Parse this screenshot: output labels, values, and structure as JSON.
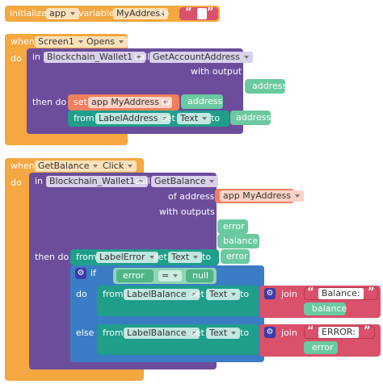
{
  "b1": {
    "initialize": "initialize",
    "scope": "app",
    "variable": "variable",
    "var_name": "MyAddress",
    "to": "to",
    "open_quote": "“",
    "close_quote": "”"
  },
  "b2": {
    "when": "when",
    "component": "Screen1",
    "event": "Opens",
    "do": "do",
    "in": "in",
    "wallet": "Blockchain_Wallet1",
    "call": "call",
    "method": "GetAccountAddress",
    "with_output": "with output",
    "address_param": "address",
    "then_do": "then do",
    "set": "set",
    "set_var": "app MyAddress",
    "set_to": "to",
    "set_value": "address",
    "from": "from",
    "label": "LabelAddress",
    "set2": "set",
    "prop": "Text",
    "to2": "to",
    "value2": "address"
  },
  "b3": {
    "when": "when",
    "component": "GetBalance",
    "event": "Click",
    "do": "do",
    "in": "in",
    "wallet": "Blockchain_Wallet1",
    "call": "call",
    "method": "GetBalance",
    "of_address": "of address",
    "get_var": "app MyAddress",
    "with_outputs": "with outputs",
    "out_error": "error",
    "out_balance": "balance",
    "then_do": "then do",
    "from": "from",
    "label_error": "LabelError",
    "set": "set",
    "prop": "Text",
    "to": "to",
    "err_value": "error",
    "if": "if",
    "cond_left": "error",
    "cond_op": "=",
    "cond_right": "null",
    "do_kw": "do",
    "else_kw": "else",
    "from2": "from",
    "label_balance": "LabelBalance",
    "set2": "set",
    "prop2": "Text",
    "to2": "to",
    "join": "join",
    "str_balance": "Balance:",
    "join_var1": "balance",
    "from3": "from",
    "label_balance2": "LabelBalance",
    "set3": "set",
    "prop3": "Text",
    "to3": "to",
    "join2": "join",
    "str_error": "ERROR:",
    "join_var2": "error",
    "open_quote": "“",
    "close_quote": "”"
  },
  "colors": {
    "event": "#f5a742",
    "wallet": "#6b4d9c",
    "setter": "#1f9e8a",
    "param": "#6bc9a0",
    "text": "#d9516a",
    "variable": "#f07f5e",
    "control": "#3a7dc4"
  },
  "icons": {
    "mutator": "gear-icon"
  }
}
